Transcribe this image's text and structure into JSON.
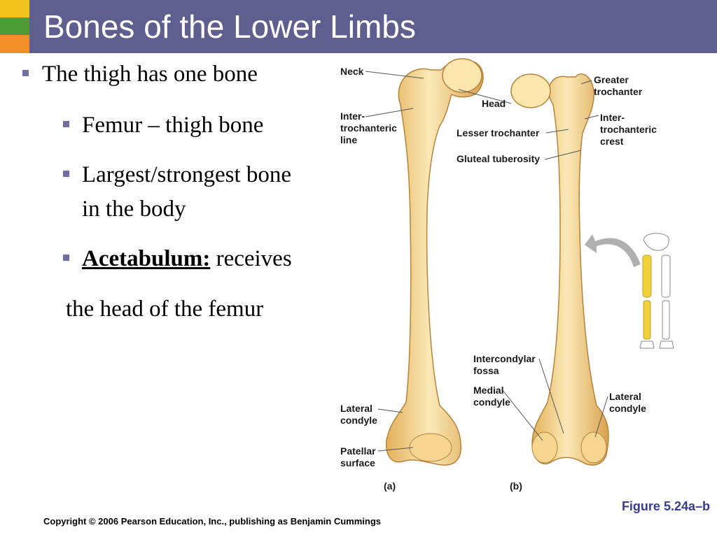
{
  "title": "Bones of the Lower Limbs",
  "bullets": {
    "b1": "The thigh has one bone",
    "b2": "Femur – thigh bone",
    "b3_line1": "Largest/strongest bone",
    "b3_line2": "in the body",
    "b4_term": "Acetabulum:",
    "b4_rest": " receives",
    "b4_cont": "the head of the femur"
  },
  "labels": {
    "neck": "Neck",
    "intertroch_line_1": "Inter-",
    "intertroch_line_2": "trochanteric",
    "intertroch_line_3": "line",
    "head": "Head",
    "lesser_troch": "Lesser trochanter",
    "gluteal": "Gluteal tuberosity",
    "greater_1": "Greater",
    "greater_2": "trochanter",
    "crest_1": "Inter-",
    "crest_2": "trochanteric",
    "crest_3": "crest",
    "intercond_1": "Intercondylar",
    "intercond_2": "fossa",
    "medial_1": "Medial",
    "medial_2": "condyle",
    "lat_a_1": "Lateral",
    "lat_a_2": "condyle",
    "patellar_1": "Patellar",
    "patellar_2": "surface",
    "lat_b_1": "Lateral",
    "lat_b_2": "condyle",
    "panel_a": "(a)",
    "panel_b": "(b)"
  },
  "figure_ref": "Figure 5.24a–b",
  "copyright": "Copyright © 2006 Pearson Education, Inc., publishing as Benjamin Cummings",
  "colors": {
    "header": "#5f5f8f",
    "bone": "#f1cf82",
    "bone_highlight": "#fbe9b8",
    "bullet": "#6f6fa0",
    "figure_ref": "#3a3a8f"
  }
}
